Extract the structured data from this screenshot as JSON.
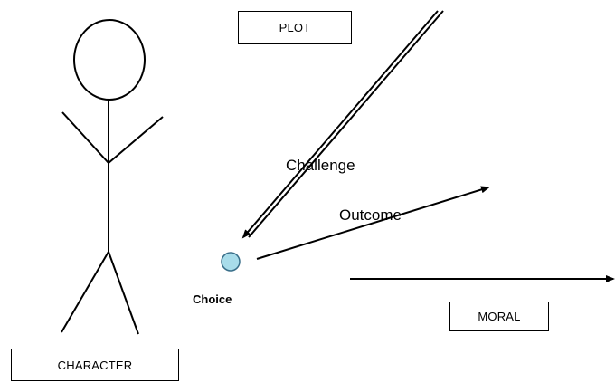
{
  "labels": {
    "plot": "PLOT",
    "moral": "MORAL",
    "character": "CHARACTER",
    "challenge": "Challenge",
    "outcome": "Outcome",
    "choice": "Choice"
  },
  "colors": {
    "line": "#000000",
    "choice_fill": "#a8dcea",
    "choice_stroke": "#3a6f8a",
    "background": "#ffffff"
  }
}
